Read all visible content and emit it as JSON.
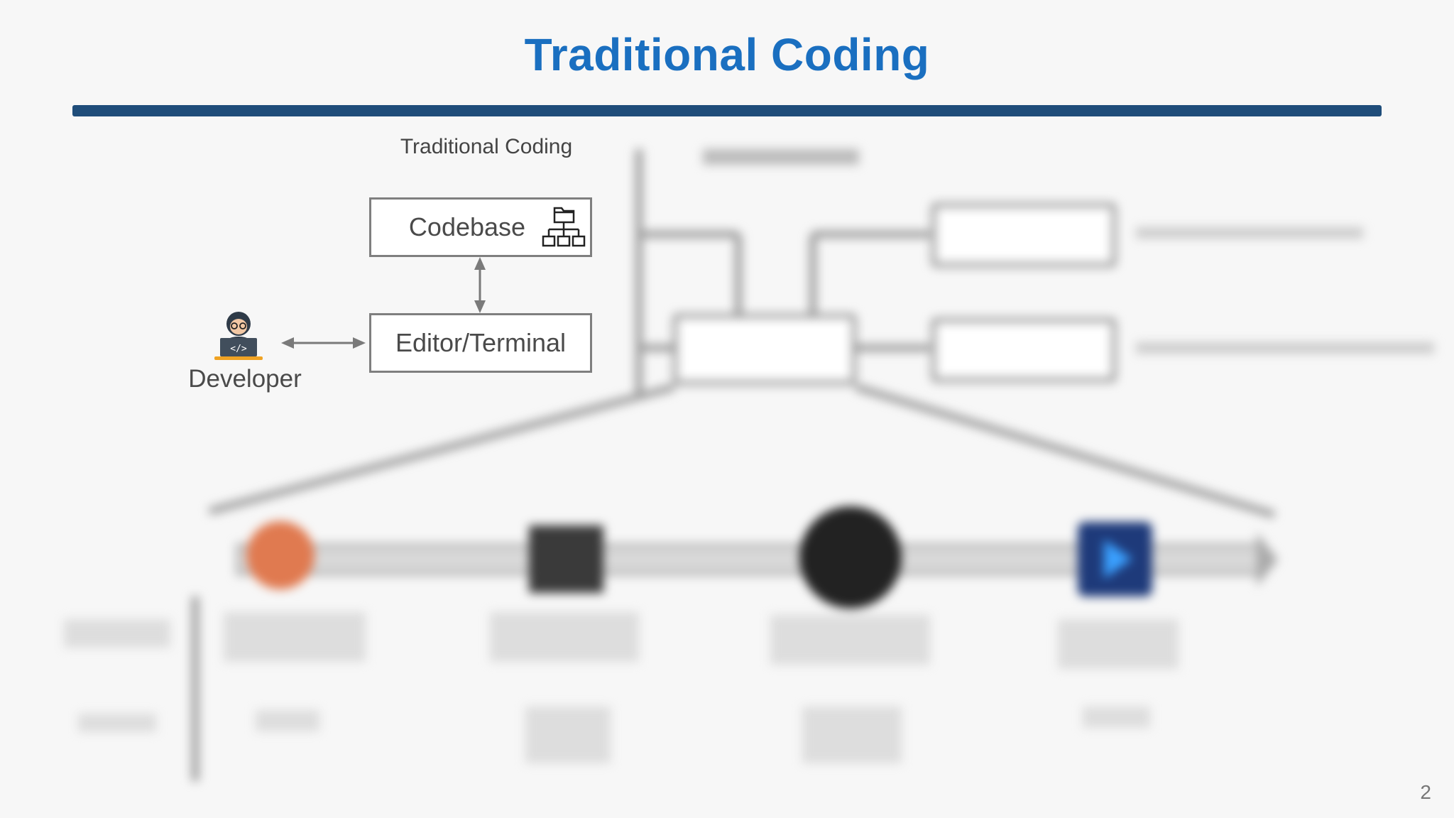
{
  "slide": {
    "title": "Traditional Coding",
    "page_number": "2"
  },
  "traditional": {
    "section_label": "Traditional Coding",
    "codebase_label": "Codebase",
    "editor_label": "Editor/Terminal",
    "developer_label": "Developer"
  },
  "colors": {
    "title": "#1a6fc0",
    "title_bar": "#1f4d7a",
    "box_border": "#7f7f7f",
    "arrow": "#7a7a7a"
  },
  "icons": {
    "developer": "developer-laptop-icon",
    "codebase": "folder-structure-icon"
  }
}
